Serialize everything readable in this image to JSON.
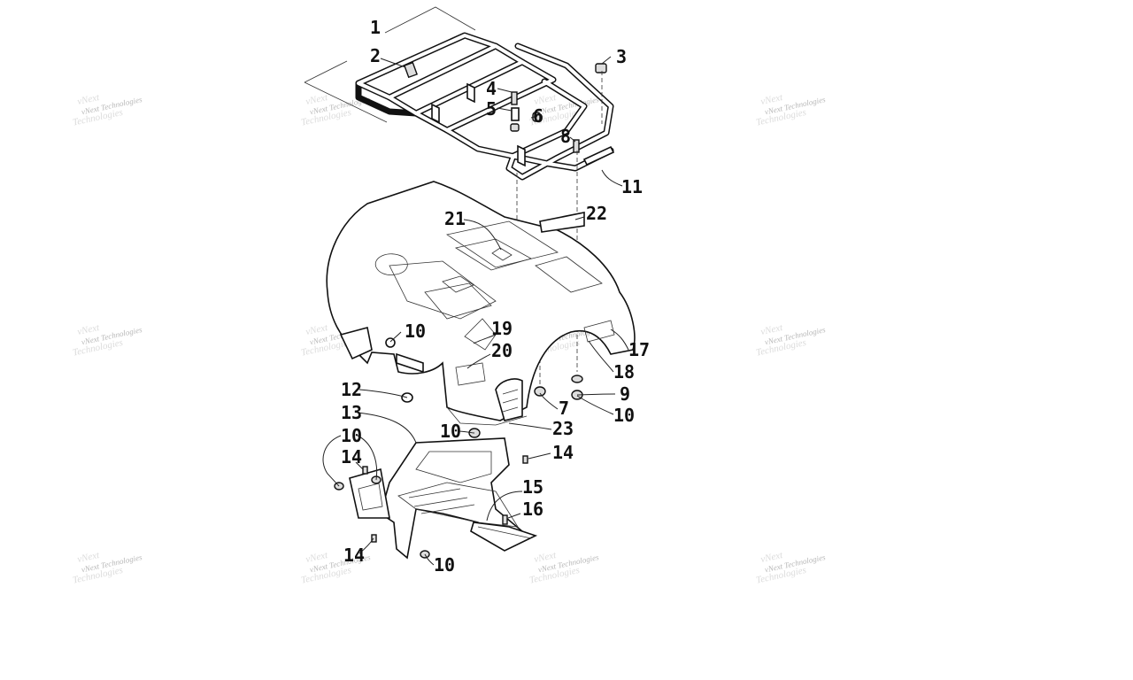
{
  "watermark": {
    "text": "vNext Technologies"
  },
  "callouts": [
    {
      "id": "1",
      "label": "1"
    },
    {
      "id": "2",
      "label": "2"
    },
    {
      "id": "3",
      "label": "3"
    },
    {
      "id": "4",
      "label": "4"
    },
    {
      "id": "5",
      "label": "5"
    },
    {
      "id": "6",
      "label": "6"
    },
    {
      "id": "7",
      "label": "7"
    },
    {
      "id": "8",
      "label": "8"
    },
    {
      "id": "9",
      "label": "9"
    },
    {
      "id": "10a",
      "label": "10"
    },
    {
      "id": "10b",
      "label": "10"
    },
    {
      "id": "10c",
      "label": "10"
    },
    {
      "id": "10d",
      "label": "10"
    },
    {
      "id": "10e",
      "label": "10"
    },
    {
      "id": "11",
      "label": "11"
    },
    {
      "id": "12",
      "label": "12"
    },
    {
      "id": "13",
      "label": "13"
    },
    {
      "id": "14a",
      "label": "14"
    },
    {
      "id": "14b",
      "label": "14"
    },
    {
      "id": "14c",
      "label": "14"
    },
    {
      "id": "15",
      "label": "15"
    },
    {
      "id": "16",
      "label": "16"
    },
    {
      "id": "17",
      "label": "17"
    },
    {
      "id": "18",
      "label": "18"
    },
    {
      "id": "19",
      "label": "19"
    },
    {
      "id": "20",
      "label": "20"
    },
    {
      "id": "21",
      "label": "21"
    },
    {
      "id": "22",
      "label": "22"
    },
    {
      "id": "23",
      "label": "23"
    }
  ]
}
